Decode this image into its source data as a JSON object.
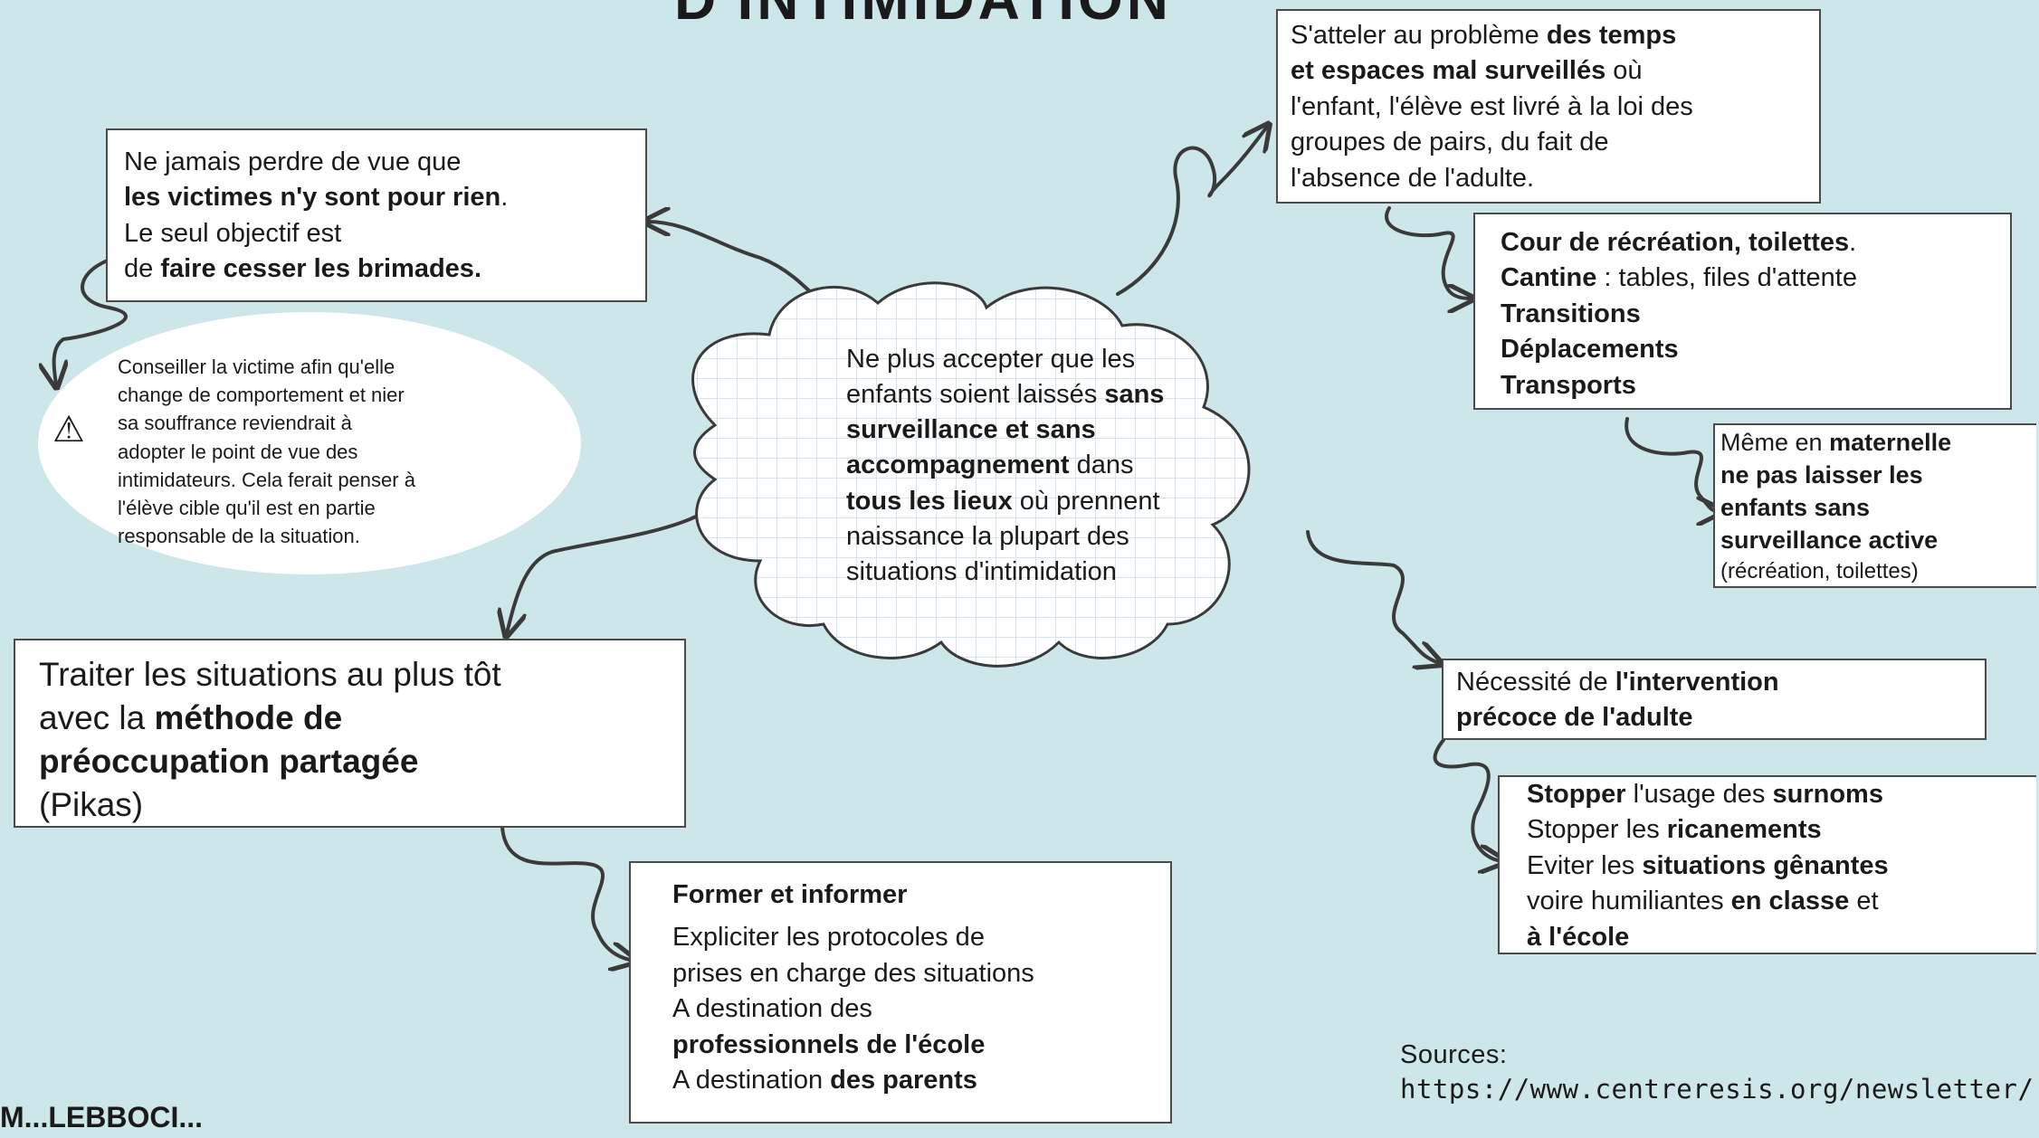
{
  "title": "D'INTIMIDATION",
  "center": {
    "lines": [
      {
        "a": "Ne plus accepter que les",
        "b": "",
        "c": ""
      },
      {
        "a": "enfants soient laissés ",
        "b": "sans",
        "c": ""
      },
      {
        "a": "",
        "b": "surveillance et sans",
        "c": ""
      },
      {
        "a": "",
        "b": "accompagnement",
        "c": " dans"
      },
      {
        "a": "",
        "b": "tous les lieux",
        "c": " où prennent"
      },
      {
        "a": "naissance la plupart des",
        "b": "",
        "c": ""
      },
      {
        "a": "situations d'intimidation",
        "b": "",
        "c": ""
      }
    ]
  },
  "victims_box": {
    "lines": [
      {
        "a": "Ne jamais perdre de vue que",
        "b": "",
        "c": ""
      },
      {
        "a": "",
        "b": "les victimes n'y sont pour rien",
        "c": "."
      },
      {
        "a": "Le seul objectif est",
        "b": "",
        "c": ""
      },
      {
        "a": "de ",
        "b": "faire cesser les brimades.",
        "c": ""
      }
    ]
  },
  "warning": {
    "icon": "warning-triangle-icon",
    "lines": [
      "Conseiller la victime  afin qu'elle",
      "change de comportement et nier",
      "sa souffrance reviendrait à",
      "adopter le point de vue des",
      "intimidateurs. Cela ferait penser à",
      "l'élève cible qu'il est en partie",
      "responsable de la situation."
    ]
  },
  "pikas_box": {
    "lines": [
      {
        "a": "Traiter les situations au plus tôt",
        "b": "",
        "c": ""
      },
      {
        "a": "avec la ",
        "b": "méthode de",
        "c": ""
      },
      {
        "a": "",
        "b": "préoccupation partagée",
        "c": ""
      },
      {
        "a": "(Pikas)",
        "b": "",
        "c": ""
      }
    ]
  },
  "train_box": {
    "heading": "Former et informer",
    "lines": [
      {
        "a": "Expliciter les protocoles de",
        "b": "",
        "c": ""
      },
      {
        "a": "prises en charge des situations",
        "b": "",
        "c": ""
      },
      {
        "a": "A destination des",
        "b": "",
        "c": ""
      },
      {
        "a": "",
        "b": "professionnels de l'école",
        "c": ""
      },
      {
        "a": "A destination ",
        "b": "des parents",
        "c": ""
      }
    ]
  },
  "spaces_box": {
    "lines": [
      {
        "a": "S'atteler au problème ",
        "b": "des temps",
        "c": ""
      },
      {
        "a": "",
        "b": "et espaces mal surveillés",
        "c": " où"
      },
      {
        "a": "l'enfant, l'élève est livré à la loi des",
        "b": "",
        "c": ""
      },
      {
        "a": "groupes de pairs, du fait de",
        "b": "",
        "c": ""
      },
      {
        "a": "l'absence de l'adulte.",
        "b": "",
        "c": ""
      }
    ]
  },
  "places_box": {
    "lines": [
      {
        "a": "",
        "b": "Cour de récréation, toilettes",
        "c": "."
      },
      {
        "a": "",
        "b": "Cantine",
        "c": " : tables, files d'attente"
      },
      {
        "a": "",
        "b": "Transitions",
        "c": ""
      },
      {
        "a": "",
        "b": "Déplacements",
        "c": ""
      },
      {
        "a": "",
        "b": "Transports",
        "c": ""
      }
    ]
  },
  "maternelle_box": {
    "lines": [
      {
        "a": "Même en ",
        "b": "maternelle",
        "c": ""
      },
      {
        "a": "",
        "b": "ne pas laisser les",
        "c": ""
      },
      {
        "a": "",
        "b": "enfants  sans",
        "c": ""
      },
      {
        "a": "",
        "b": "surveillance active",
        "c": ""
      },
      {
        "a": "(récréation, toilettes)",
        "b": "",
        "c": ""
      }
    ]
  },
  "adult_box": {
    "lines": [
      {
        "a": "Nécessité de ",
        "b": "l'intervention",
        "c": ""
      },
      {
        "a": "",
        "b": "précoce de l'adulte",
        "c": ""
      }
    ]
  },
  "stop_box": {
    "lines": [
      {
        "a": "",
        "b": "Stopper",
        "c": " l'usage des ",
        "d": "surnoms"
      },
      {
        "a": "Stopper les ",
        "b": "ricanements",
        "c": "",
        "d": ""
      },
      {
        "a": "Eviter les ",
        "b": "situations gênantes",
        "c": "",
        "d": ""
      },
      {
        "a": "voire humiliantes  ",
        "b": "en classe",
        "c": " et",
        "d": ""
      },
      {
        "a": "",
        "b": "à l'école",
        "c": "",
        "d": ""
      }
    ]
  },
  "sources": {
    "label": "Sources:",
    "url": "https://www.centreresis.org/newsletter/"
  },
  "footer_partial": "M...LEBBOCI...",
  "colors": {
    "background": "#cde6ea",
    "box_border": "#4a4a4a",
    "arrow": "#3a3a3a",
    "grid": "#c9dbe8"
  }
}
